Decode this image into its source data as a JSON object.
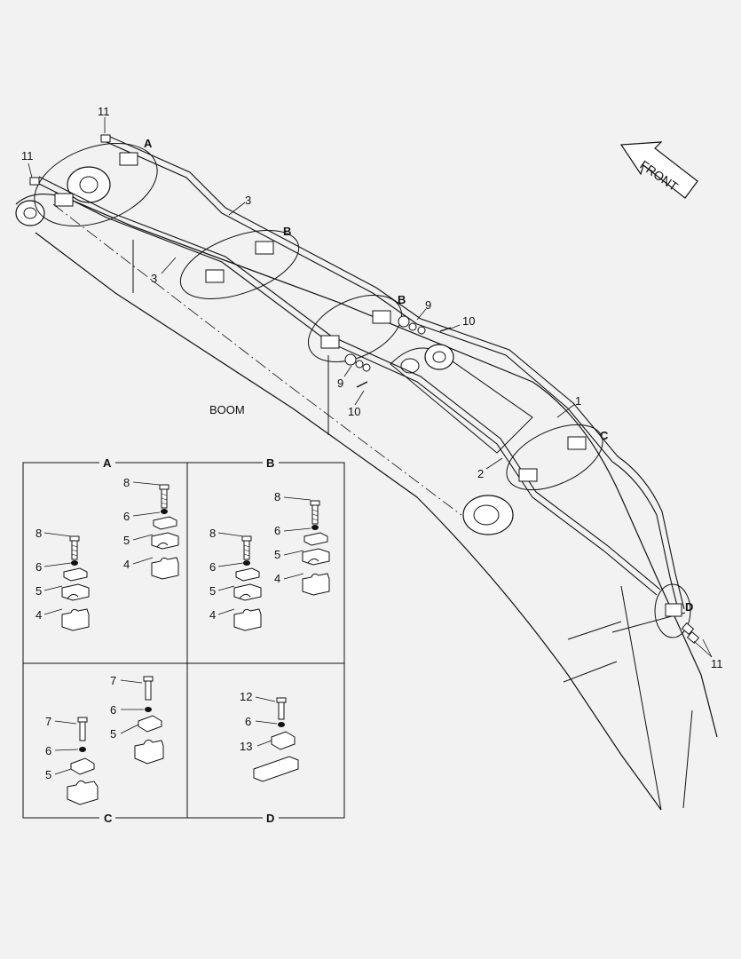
{
  "direction_label": "FRONT",
  "component_label": "BOOM",
  "detail_panels": [
    "A",
    "B",
    "C",
    "D"
  ],
  "main_callouts": {
    "pipe_1": "1",
    "bracket_2": "2",
    "pipe_3": "3",
    "washer_9": "9",
    "bolt_10": "10",
    "fitting_11": "11"
  },
  "detail_A": {
    "c8": "8",
    "c6": "6",
    "c5": "5",
    "c4": "4"
  },
  "detail_B": {
    "c8": "8",
    "c6": "6",
    "c5": "5",
    "c4": "4"
  },
  "detail_C": {
    "c7": "7",
    "c6": "6",
    "c5": "5"
  },
  "detail_D": {
    "c12": "12",
    "c6": "6",
    "c13": "13"
  }
}
